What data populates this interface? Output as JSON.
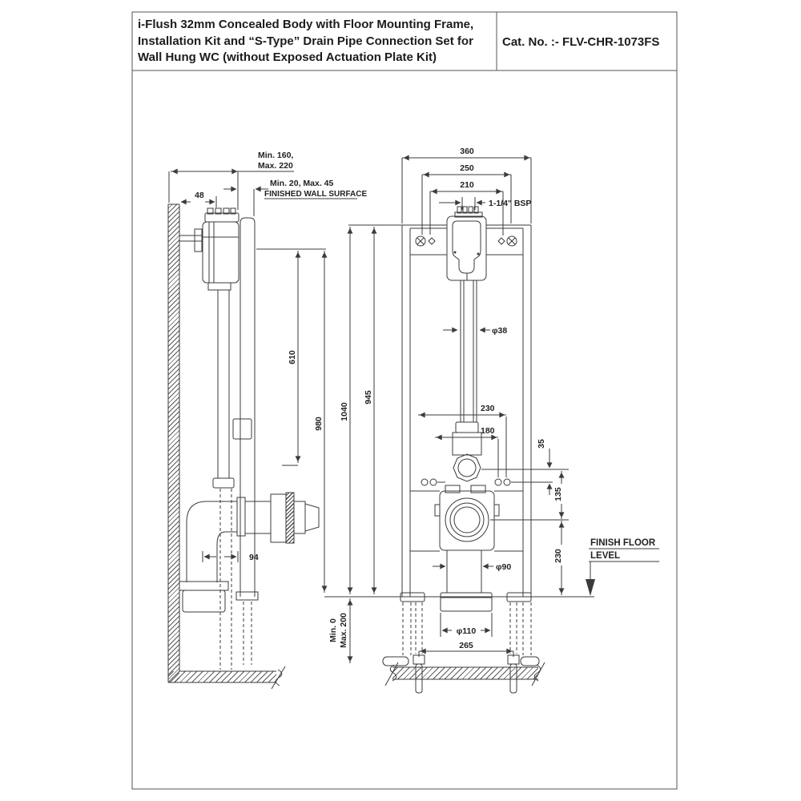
{
  "title_block": {
    "product_title": "i-Flush 32mm Concealed Body with Floor Mounting Frame, Installation Kit and “S-Type” Drain Pipe Connection Set for Wall Hung WC (without Exposed Actuation Plate Kit)",
    "cat_no": "Cat. No. :- FLV-CHR-1073FS"
  },
  "labels": {
    "finished_wall_surface": "FINISHED WALL SURFACE",
    "finish_floor_line1": "FINISH FLOOR",
    "finish_floor_line2": "LEVEL",
    "bsp": "1-1/4\" BSP"
  },
  "dims": {
    "min160": "Min. 160,",
    "max220": "Max. 220",
    "min20max45": "Min. 20, Max. 45",
    "w48": "48",
    "w360": "360",
    "w250": "250",
    "w210": "210",
    "h610": "610",
    "h980": "980",
    "h1040": "1040",
    "h945": "945",
    "phi38": "φ38",
    "w230_top": "230",
    "w180": "180",
    "h35": "35",
    "h135": "135",
    "h230_right": "230",
    "w94": "94",
    "phi90": "φ90",
    "phi110": "φ110",
    "w265": "265",
    "min0": "Min. 0",
    "max200": "Max. 200"
  }
}
